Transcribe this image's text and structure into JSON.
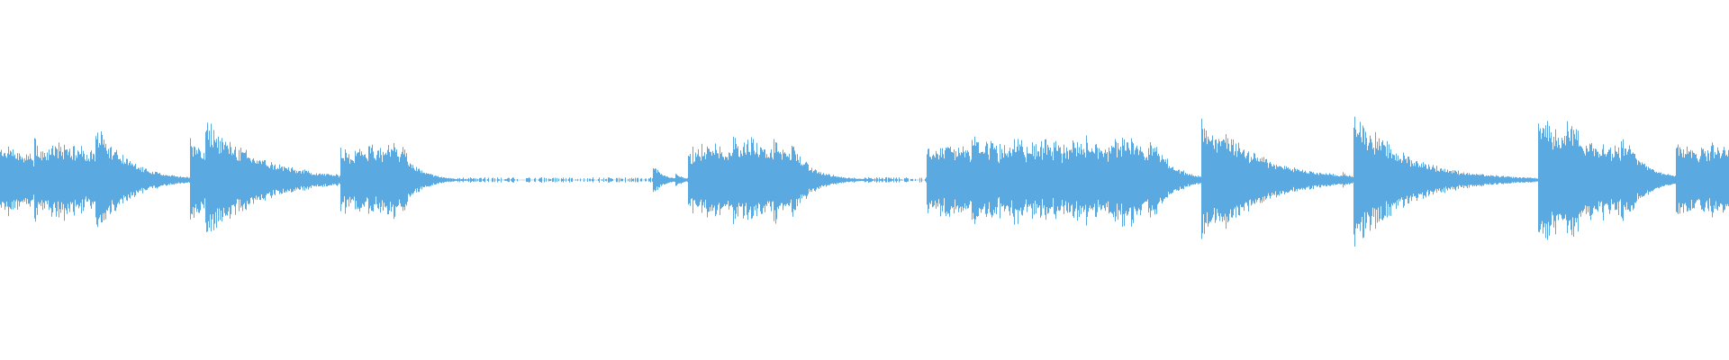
{
  "waveform": {
    "color": "#5aa9e0",
    "background": "#ffffff",
    "total_duration": 1,
    "baseline_level": 0.012,
    "bursts": [
      {
        "start": 0.0,
        "end": 0.052,
        "n_hits": 22,
        "peak": 0.2,
        "decay": 0.012
      },
      {
        "start": 0.052,
        "end": 0.058,
        "n_hits": 3,
        "peak": 0.28,
        "decay": 0.018
      },
      {
        "start": 0.11,
        "end": 0.112,
        "n_hits": 1,
        "peak": 0.3,
        "decay": 0.03
      },
      {
        "start": 0.119,
        "end": 0.121,
        "n_hits": 1,
        "peak": 0.36,
        "decay": 0.032
      },
      {
        "start": 0.197,
        "end": 0.232,
        "n_hits": 14,
        "peak": 0.2,
        "decay": 0.01
      },
      {
        "start": 0.378,
        "end": 0.38,
        "n_hits": 1,
        "peak": 0.07,
        "decay": 0.006
      },
      {
        "start": 0.391,
        "end": 0.393,
        "n_hits": 1,
        "peak": 0.05,
        "decay": 0.004
      },
      {
        "start": 0.398,
        "end": 0.458,
        "n_hits": 24,
        "peak": 0.22,
        "decay": 0.012
      },
      {
        "start": 0.536,
        "end": 0.66,
        "n_hits": 48,
        "peak": 0.24,
        "decay": 0.01
      },
      {
        "start": 0.661,
        "end": 0.668,
        "n_hits": 3,
        "peak": 0.22,
        "decay": 0.012
      },
      {
        "start": 0.695,
        "end": 0.697,
        "n_hits": 1,
        "peak": 0.3,
        "decay": 0.03
      },
      {
        "start": 0.705,
        "end": 0.707,
        "n_hits": 1,
        "peak": 0.3,
        "decay": 0.03
      },
      {
        "start": 0.777,
        "end": 0.779,
        "n_hits": 1,
        "peak": 0.06,
        "decay": 0.004
      },
      {
        "start": 0.783,
        "end": 0.785,
        "n_hits": 1,
        "peak": 0.52,
        "decay": 0.03
      },
      {
        "start": 0.89,
        "end": 0.892,
        "n_hits": 1,
        "peak": 0.56,
        "decay": 0.028
      },
      {
        "start": 0.906,
        "end": 0.908,
        "n_hits": 1,
        "peak": 0.34,
        "decay": 0.024
      },
      {
        "start": 0.92,
        "end": 0.945,
        "n_hits": 8,
        "peak": 0.22,
        "decay": 0.012
      },
      {
        "start": 0.97,
        "end": 1.0,
        "n_hits": 16,
        "peak": 0.2,
        "decay": 0.01
      }
    ]
  }
}
